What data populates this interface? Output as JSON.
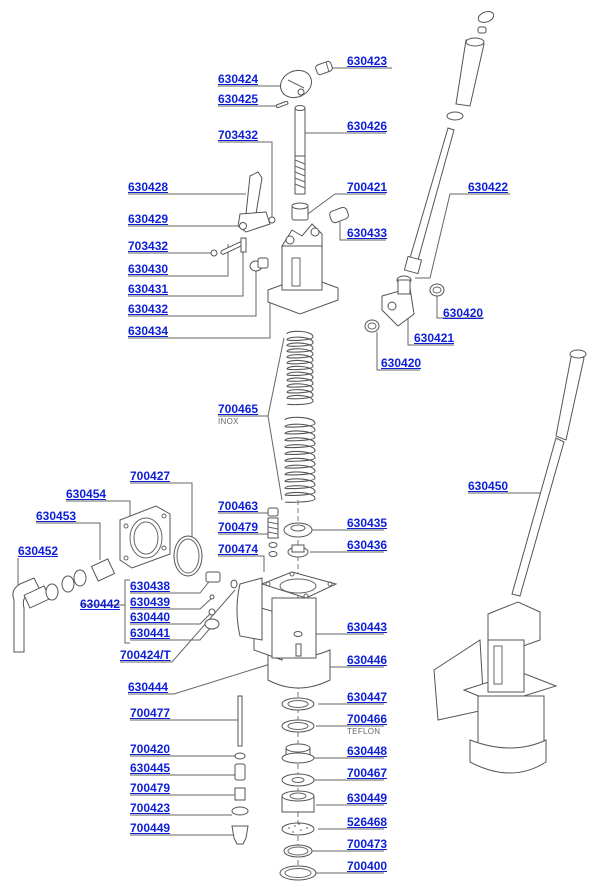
{
  "diagram": {
    "type": "exploded-parts-diagram",
    "subject": "lever pump group",
    "parts": [
      {
        "id": "p630423",
        "code": "630423"
      },
      {
        "id": "p630424",
        "code": "630424"
      },
      {
        "id": "p630425",
        "code": "630425"
      },
      {
        "id": "p630426",
        "code": "630426"
      },
      {
        "id": "p703432a",
        "code": "703432"
      },
      {
        "id": "p630428",
        "code": "630428"
      },
      {
        "id": "p700421",
        "code": "700421"
      },
      {
        "id": "p630422",
        "code": "630422"
      },
      {
        "id": "p630429",
        "code": "630429"
      },
      {
        "id": "p630433",
        "code": "630433"
      },
      {
        "id": "p703432b",
        "code": "703432"
      },
      {
        "id": "p630430",
        "code": "630430"
      },
      {
        "id": "p630431",
        "code": "630431"
      },
      {
        "id": "p630432",
        "code": "630432"
      },
      {
        "id": "p630434",
        "code": "630434"
      },
      {
        "id": "p630420a",
        "code": "630420"
      },
      {
        "id": "p630421",
        "code": "630421"
      },
      {
        "id": "p630420b",
        "code": "630420"
      },
      {
        "id": "p700465",
        "code": "700465",
        "note": "INOX"
      },
      {
        "id": "p630450",
        "code": "630450"
      },
      {
        "id": "p700427",
        "code": "700427"
      },
      {
        "id": "p630454",
        "code": "630454"
      },
      {
        "id": "p700463",
        "code": "700463"
      },
      {
        "id": "p630453",
        "code": "630453"
      },
      {
        "id": "p700479a",
        "code": "700479"
      },
      {
        "id": "p630435",
        "code": "630435"
      },
      {
        "id": "p630452",
        "code": "630452"
      },
      {
        "id": "p700474",
        "code": "700474"
      },
      {
        "id": "p630436",
        "code": "630436"
      },
      {
        "id": "p630438",
        "code": "630438"
      },
      {
        "id": "p630442",
        "code": "630442"
      },
      {
        "id": "p630439",
        "code": "630439"
      },
      {
        "id": "p630440",
        "code": "630440"
      },
      {
        "id": "p630441",
        "code": "630441"
      },
      {
        "id": "p630443",
        "code": "630443"
      },
      {
        "id": "p700424T",
        "code": "700424/T"
      },
      {
        "id": "p630446",
        "code": "630446"
      },
      {
        "id": "p630444",
        "code": "630444"
      },
      {
        "id": "p630447",
        "code": "630447"
      },
      {
        "id": "p700477",
        "code": "700477"
      },
      {
        "id": "p700466",
        "code": "700466",
        "note": "TEFLON"
      },
      {
        "id": "p700420",
        "code": "700420"
      },
      {
        "id": "p630448",
        "code": "630448"
      },
      {
        "id": "p630445",
        "code": "630445"
      },
      {
        "id": "p700467",
        "code": "700467"
      },
      {
        "id": "p700479b",
        "code": "700479"
      },
      {
        "id": "p630449",
        "code": "630449"
      },
      {
        "id": "p700423",
        "code": "700423"
      },
      {
        "id": "p526468",
        "code": "526468"
      },
      {
        "id": "p700449",
        "code": "700449"
      },
      {
        "id": "p700473",
        "code": "700473"
      },
      {
        "id": "p700400",
        "code": "700400"
      }
    ]
  },
  "colors": {
    "label": "#0c1fd6",
    "line": "#666666",
    "note": "#666666"
  }
}
